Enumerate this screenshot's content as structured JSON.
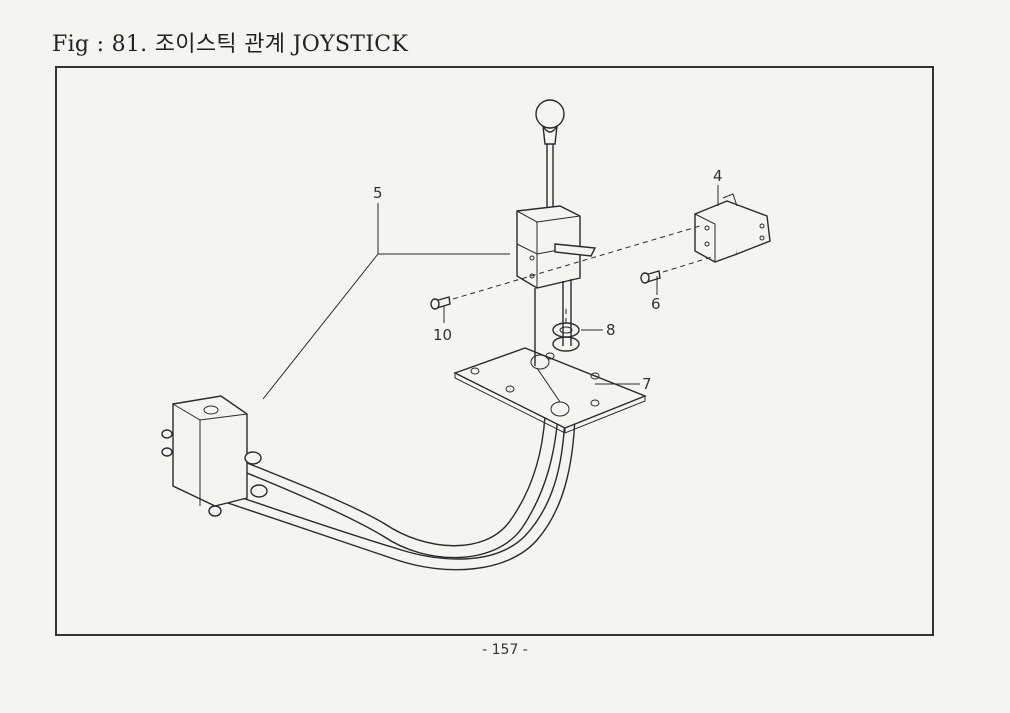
{
  "figure": {
    "title": "Fig : 81. 조이스틱 관계 JOYSTICK"
  },
  "callouts": {
    "part_4": "4",
    "part_5": "5",
    "part_6": "6",
    "part_7": "7",
    "part_8": "8",
    "part_10": "10"
  },
  "footer": {
    "page_number": "- 157 -"
  }
}
